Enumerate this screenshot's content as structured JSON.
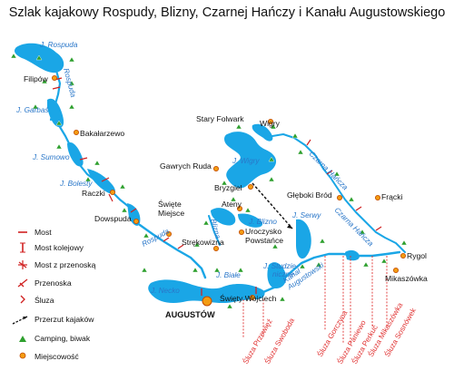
{
  "title": "Szlak kajakowy Rospudy, Blizny, Czarnej Hańczy i Kanału Augustowskiego",
  "towns": {
    "filipow": "Filipów",
    "bakalarzewo": "Bakałarzewo",
    "raczki": "Raczki",
    "dowspuda": "Dowspuda",
    "swiete_miejsce": "Święte\nMiejsce",
    "strekowizna": "Strękowizna",
    "augustow": "AUGUSTÓW",
    "swiety_wojciech": "Święty Wojciech",
    "stary_folwark": "Stary Folwark",
    "wigry": "Wigry",
    "gawrych_ruda": "Gawrych Ruda",
    "bryzgiel": "Bryzgiel",
    "ateny": "Ateny",
    "uroczysko": "Uroczysko\nPowstańce",
    "glebokie_brod": "Głęboki Bród",
    "fracki": "Frącki",
    "rygol": "Rygol",
    "mikaszowka": "Mikaszówka"
  },
  "waters": {
    "j_rospuda": "J. Rospuda",
    "rospuda_top": "Rospuda",
    "j_garbas": "J. Garbaś",
    "j_sumowo": "J. Sumowo",
    "j_bolesty": "J. Bolesty",
    "rospuda_bottom": "Rospuda",
    "j_necko": "J. Necko",
    "j_biale": "J. Białe",
    "j_studzieniczne": "J. Studzie-\nniczne",
    "j_blizno": "J. Blizno",
    "blizna": "Blizna",
    "j_wigry": "J. Wigry",
    "j_serwy": "J. Serwy",
    "kanal": "Kanał\nAugustowski",
    "czarna_hancza_1": "Czarna Hańcza",
    "czarna_hancza_2": "Czarna Hańcza"
  },
  "sluices": [
    "Śluza Przewięź",
    "Śluza Swoboda",
    "Śluza Gorczyca",
    "Śluza Paniewo",
    "Śluza Perkuć",
    "Śluza Mikaszówka",
    "Śluza Sosnówek"
  ],
  "legend": [
    {
      "label": "Most",
      "icon": "bridge-icon"
    },
    {
      "label": "Most kolejowy",
      "icon": "railway-bridge-icon"
    },
    {
      "label": "Most z przenoską",
      "icon": "bridge-portage-icon"
    },
    {
      "label": "Przenoska",
      "icon": "portage-icon"
    },
    {
      "label": "Śluza",
      "icon": "lock-icon"
    },
    {
      "label": "Przerzut kajaków",
      "icon": "kayak-transfer-icon"
    },
    {
      "label": "Camping, biwak",
      "icon": "camping-icon"
    },
    {
      "label": "Miejscowość",
      "icon": "town-icon"
    }
  ],
  "colors": {
    "water": "#1aa6e6",
    "water_label": "#2a77c9",
    "sluice_label": "#e03030",
    "town": "#f39c12",
    "camping": "#2ea02e",
    "bridge": "#d02020"
  }
}
